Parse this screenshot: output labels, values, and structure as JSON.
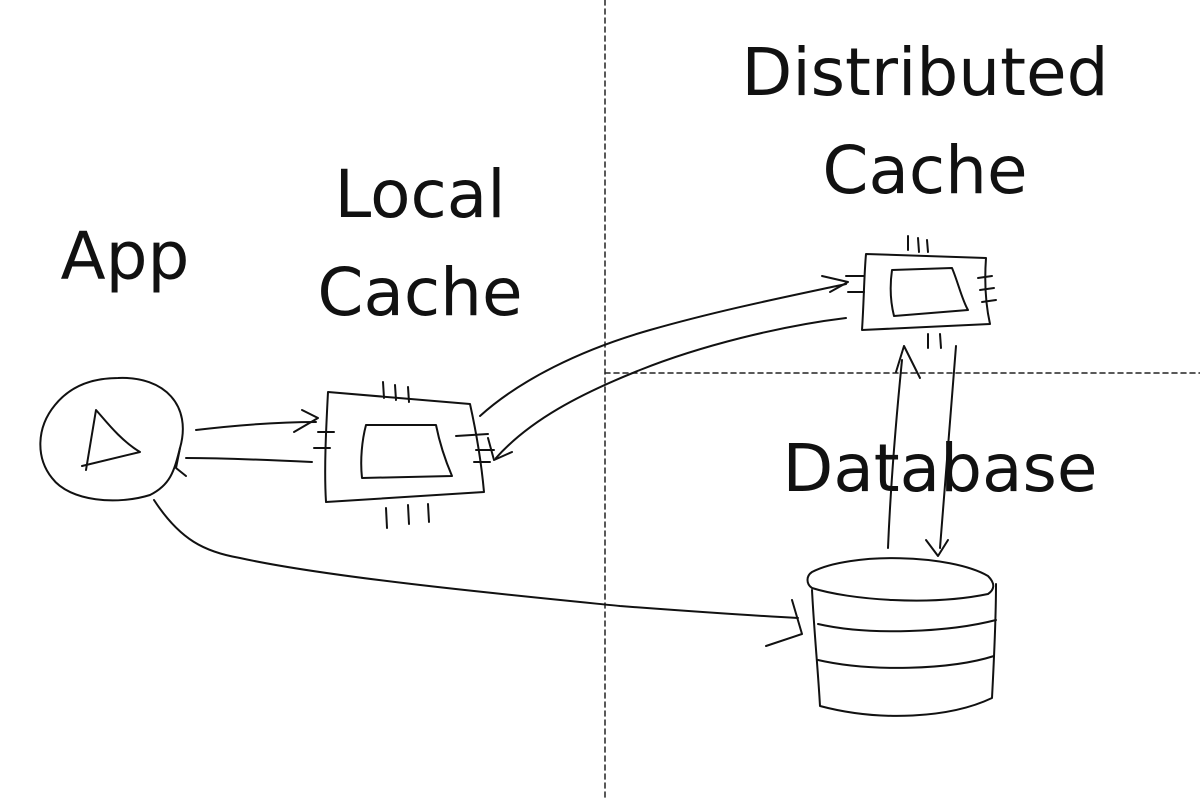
{
  "labels": {
    "app": "App",
    "local_cache": [
      "Local",
      "Cache"
    ],
    "distributed_cache": [
      "Distributed",
      "Cache"
    ],
    "database": "Database"
  },
  "colors": {
    "ink": "#111111",
    "divider": "#222222",
    "background": "#ffffff"
  },
  "icons": {
    "app": "play-icon",
    "local_cache": "chip-icon",
    "distributed_cache": "chip-icon",
    "database": "database-cylinder-icon"
  }
}
